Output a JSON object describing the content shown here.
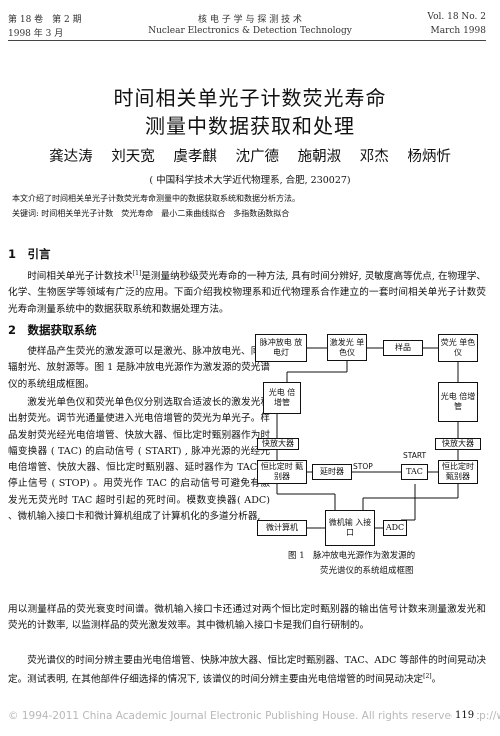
{
  "header": {
    "left1": "第 18 卷　第 2 期",
    "left2": "1998 年 3 月",
    "center1": "核 电 子 学 与 探 测 技 术",
    "center2": "Nuclear Electronics & Detection Technology",
    "right1": "Vol. 18 No. 2",
    "right2": "March 1998"
  },
  "title_line1": "时间相关单光子计数荧光寿命",
  "title_line2": "测量中数据获取和处理",
  "authors": [
    "龚达涛",
    "刘天宽",
    "虞孝麒",
    "沈广德",
    "施朝淑",
    "邓杰",
    "杨炳忻"
  ],
  "affiliation": "( 中国科学技术大学近代物理系, 合肥, 230027)",
  "abstract": "本文介绍了时间相关单光子计数荧光寿命测量中的数据获取系统和数据分析方法。",
  "keywords_label": "关键词:",
  "keywords": "时间相关单光子计数　荧光寿命　最小二乘曲线拟合　多指数函数拟合",
  "sec1_title": "1　引言",
  "sec1_p1_a": "时间相关单光子计数技术",
  "sec1_p1_ref": "[1]",
  "sec1_p1_b": "是测量纳秒级荧光寿命的一种方法, 具有时间分辨好, 灵敏度高等优点, 在物理学、化学、生物医学等领域有广泛的应用。下面介绍我校物理系和近代物理系合作建立的一套时间相关单光子计数荧光寿命测量系统中的数据获取系统和数据处理方法。",
  "sec2_title": "2　数据获取系统",
  "sec2_p1": "使样品产生荧光的激发源可以是激光、脉冲放电光、同步辐射光、放射源等。图 1 是脉冲放电光源作为激发源的荧光谱仪的系统组成框图。",
  "sec2_p2": "激发光单色仪和荧光单色仪分别选取合适波长的激发光和出射荧光。调节光通量使进入光电倍增管的荧光为单光子。样品发射荧光经光电倍增管、快放大器、恒比定时甄别器作为时幅变换器 ( TAC) 的启动信号 ( START) , 脉冲光源的光经光电倍增管、快放大器、恒比定时甄别器、延时器作为 TAC 的停止信号 ( STOP) 。用荧光作 TAC 的启动信号可避免有激发光无荧光时 TAC 超时引起的死时间。模数变换器( ADC) 、微机输入接口卡和微计算机组成了计算机化的多道分析器, ",
  "sec2_p3": "用以测量样品的荧光衰变时间谱。微机输入接口卡还通过对两个恒比定时甄别器的输出信号计数来测量激发光和荧光的计数率, 以监测样品的荧光激发效率。其中微机输入接口卡是我们自行研制的。",
  "sec2_p4_a": "荧光谱仪的时间分辨主要由光电倍增管、快脉冲放大器、恒比定时甄别器、TAC、ADC 等部件的时间晃动决定。测试表明, 在其他部件仔细选择的情况下, 该谱仪的时间分辨主要由光电倍增管的时间晃动决定",
  "sec2_p4_ref": "[2]",
  "sec2_p4_b": "。",
  "figure": {
    "pulse_source": "脉冲放电 放电灯",
    "excitation_mono": "激发光 单色仪",
    "sample": "样品",
    "fluor_mono": "荧光 单色仪",
    "pmt_left": "光电 倍增管",
    "pmt_right": "光电 倍增管",
    "fast_amp_left": "快放大器",
    "fast_amp_right": "快放大器",
    "cfd_left": "恒比定时 甄别器",
    "cfd_right": "恒比定时 甄别器",
    "delay": "延时器",
    "tac": "TAC",
    "adc": "ADC",
    "stop_label": "STOP",
    "start_label": "START",
    "computer": "微计算机",
    "interface": "微机输 入接口",
    "caption_line1": "图 1　脉冲放电光源作为激发源的",
    "caption_line2": "荧光谱仪的系统组成框图"
  },
  "footer": "© 1994-2011 China Academic Journal Electronic Publishing House. All rights reserved.   http://ww",
  "page_number": "119"
}
